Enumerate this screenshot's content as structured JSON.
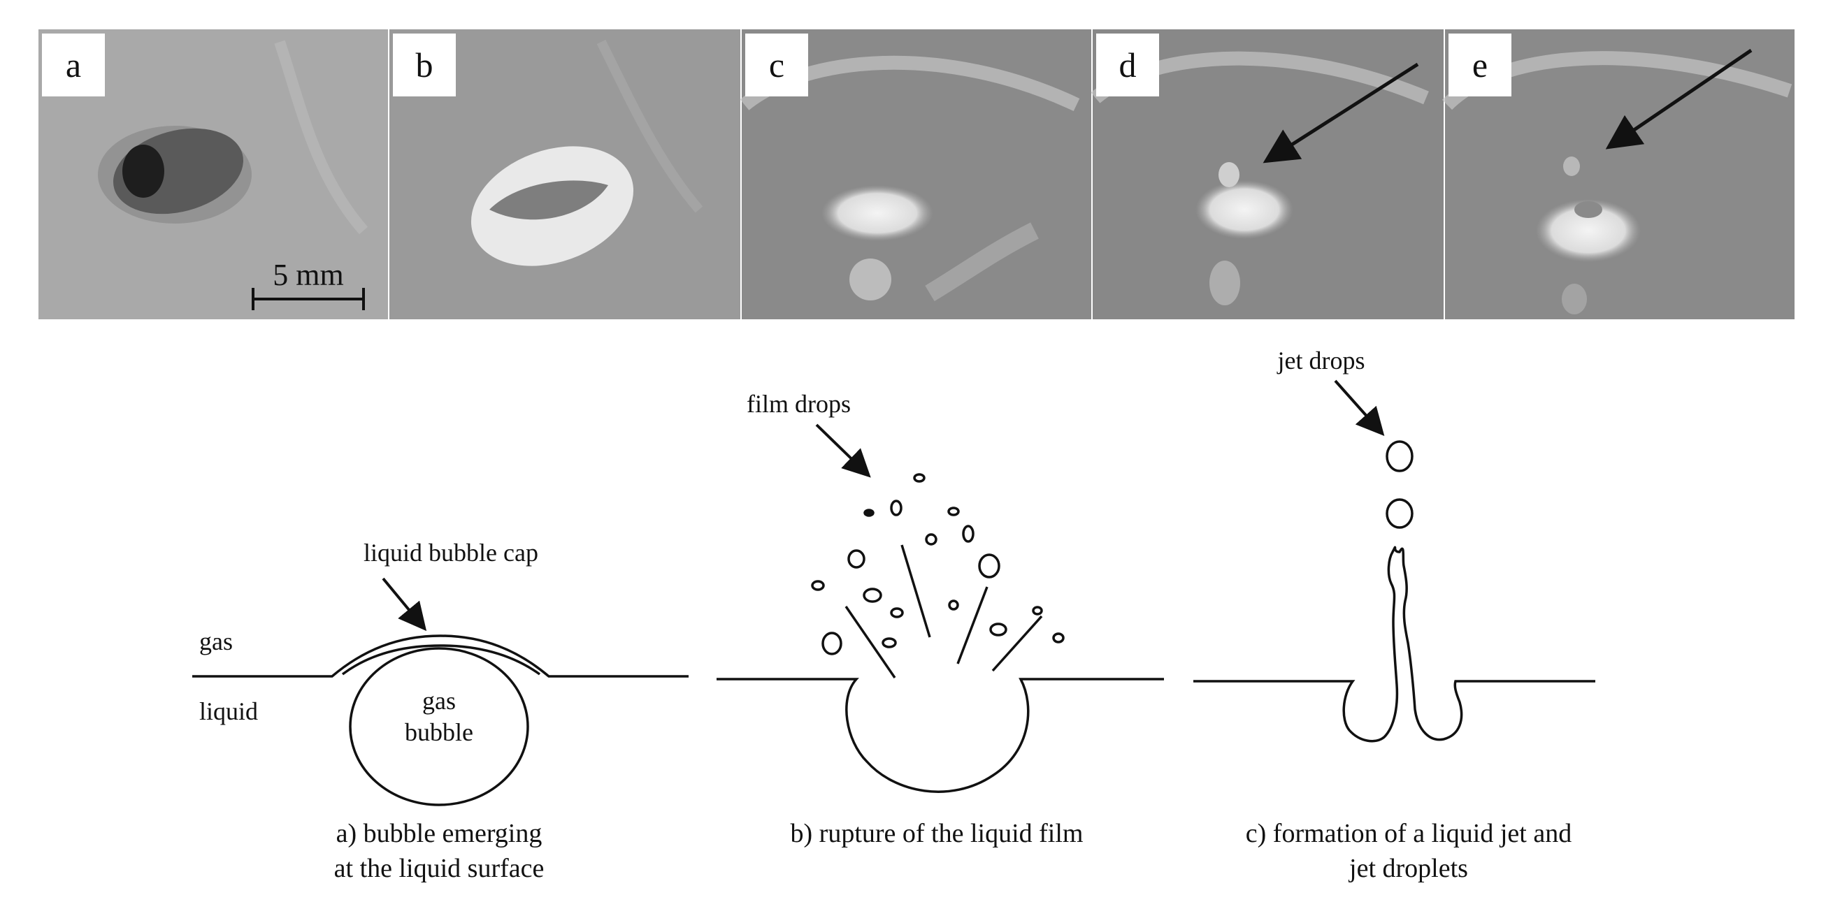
{
  "photo_panels": [
    {
      "label": "a"
    },
    {
      "label": "b"
    },
    {
      "label": "c"
    },
    {
      "label": "d"
    },
    {
      "label": "e"
    }
  ],
  "scale_bar": {
    "text": "5 mm"
  },
  "diagram_a": {
    "cap_label": "liquid bubble cap",
    "gas_label": "gas",
    "liquid_label": "liquid",
    "bubble_label_1": "gas",
    "bubble_label_2": "bubble",
    "caption_1": "a) bubble emerging",
    "caption_2": "at the liquid surface"
  },
  "diagram_b": {
    "drops_label": "film drops",
    "caption_1": "b) rupture of the liquid film"
  },
  "diagram_c": {
    "drops_label": "jet drops",
    "caption_1": "c) formation of a liquid jet and",
    "caption_2": "jet droplets"
  }
}
